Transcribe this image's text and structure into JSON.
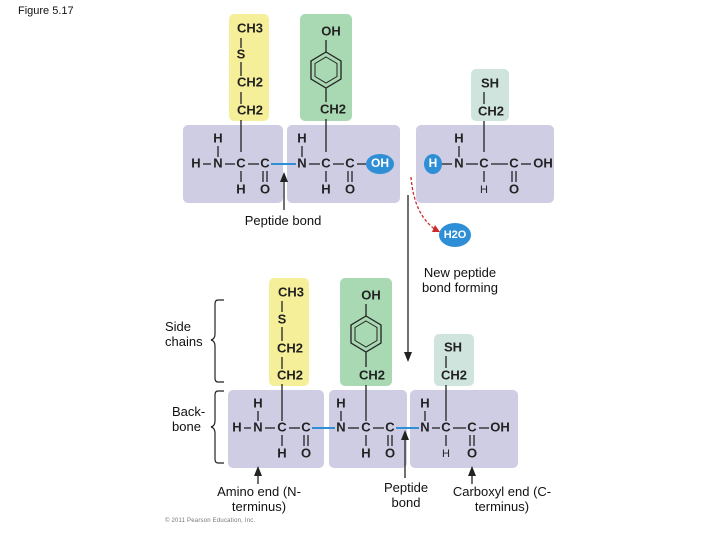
{
  "figure_title": "Figure 5.17",
  "labels": {
    "peptide_bond_top": "Peptide bond",
    "new_peptide_bond": "New peptide bond forming",
    "side_chains": "Side chains",
    "backbone": "Back- bone",
    "amino_end": "Amino end (N-terminus)",
    "peptide_bond_bottom": "Peptide bond",
    "carboxyl_end": "Carboxyl end (C-terminus)",
    "water": "H2O",
    "copyright": "© 2011 Pearson Education, Inc."
  },
  "atoms": {
    "H": "H",
    "N": "N",
    "C": "C",
    "O": "O",
    "OH": "OH",
    "S": "S",
    "SH": "SH",
    "CH3": "CH3",
    "CH2": "CH2"
  },
  "colors": {
    "backbone_box": "#cfcde4",
    "methionine_box": "#f5ef9a",
    "tyrosine_box": "#a9d9b3",
    "cysteine_box": "#cfe4dd",
    "hydroxyl_bubble": "#2f8fd6",
    "water_bubble": "#2f8fd6",
    "peptide_bond_line": "#2f8fd6",
    "red_arrow": "#cc2b2b"
  }
}
